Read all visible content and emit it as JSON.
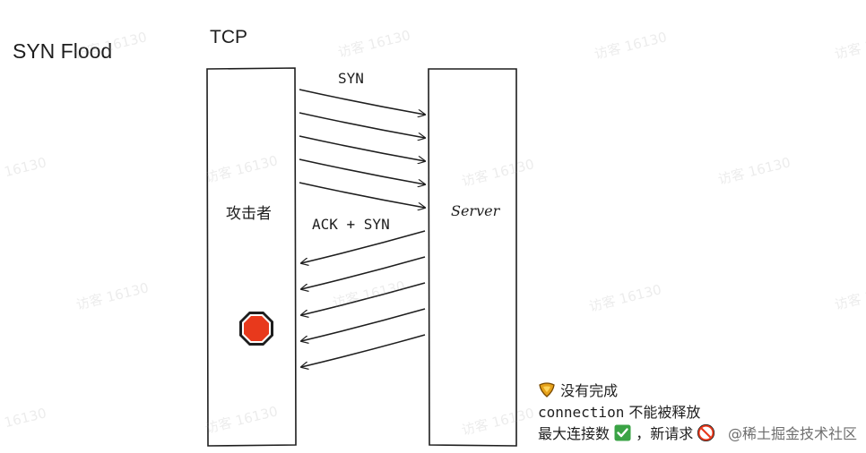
{
  "header": {
    "page_title": "SYN Flood",
    "section_title": "TCP"
  },
  "diagram": {
    "attacker_label": "攻击者",
    "server_label": "Server",
    "request_label": "SYN",
    "response_label": "ACK + SYN",
    "request_count": 5,
    "response_count": 5
  },
  "notes": {
    "line1_text": "没有完成",
    "line2_code": "connection",
    "line2_text": " 不能被释放",
    "line3_text_a": "最大连接数 ",
    "line3_text_b": "，新请求 "
  },
  "icons": {
    "stop": "stop-sign-icon",
    "pending": "hourglass-icon",
    "check": "check-box-icon",
    "blocked": "no-entry-icon"
  },
  "colors": {
    "stop": "#e8391c",
    "check": "#3aa345",
    "hourglass": "#e6a21b",
    "ink": "#1e1e1e"
  },
  "watermark": {
    "text": "访客 16130",
    "footer": "@稀土掘金技术社区"
  }
}
